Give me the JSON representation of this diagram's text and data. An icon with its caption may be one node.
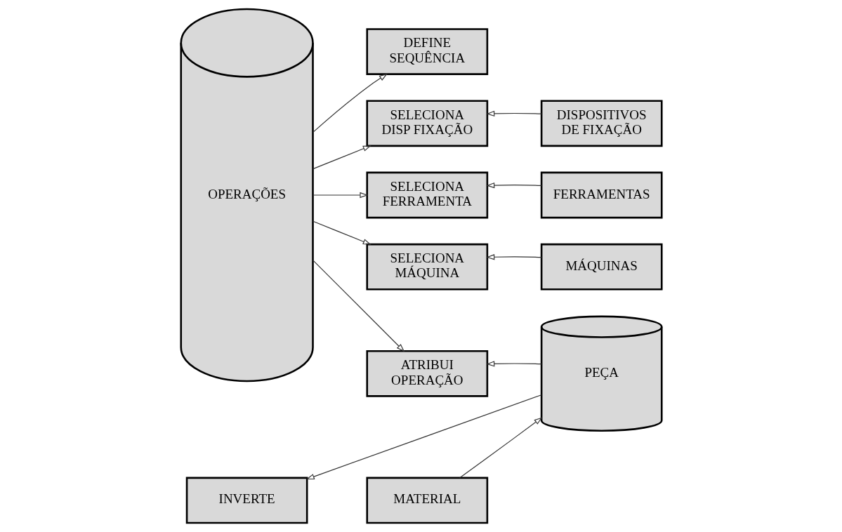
{
  "diagram": {
    "nodes": [
      {
        "text": [
          "OPERAÇÕES"
        ]
      },
      {
        "text": [
          "DEFINE SEQUÊNCIA"
        ]
      },
      {
        "text": [
          "SELECIONA DISP FIXAÇÃO"
        ]
      },
      {
        "text": [
          "DISPOSITIVOS DE FIXAÇÃO"
        ]
      },
      {
        "text": [
          "SELECIONA FERRAMENTA"
        ]
      },
      {
        "text": [
          "FERRAMENTAS"
        ]
      },
      {
        "text": [
          "SELECIONA MÁQUINA"
        ]
      },
      {
        "text": [
          "MÁQUINAS"
        ]
      },
      {
        "text": [
          "ATRIBUI OPERAÇÃO"
        ]
      },
      {
        "text": [
          "PEÇA"
        ]
      },
      {
        "text": [
          "INVERTE"
        ]
      },
      {
        "text": [
          "MATERIAL"
        ]
      }
    ],
    "edges": [
      {
        "from": 0,
        "to": 1,
        "arrow": "to"
      },
      {
        "from": 0,
        "to": 2,
        "arrow": "to"
      },
      {
        "from": 3,
        "to": 2,
        "arrow": "to"
      },
      {
        "from": 0,
        "to": 4,
        "arrow": "to"
      },
      {
        "from": 5,
        "to": 4,
        "arrow": "to"
      },
      {
        "from": 0,
        "to": 6,
        "arrow": "to"
      },
      {
        "from": 7,
        "to": 6,
        "arrow": "to"
      },
      {
        "from": 0,
        "to": 8,
        "arrow": "to"
      },
      {
        "from": 9,
        "to": 8,
        "arrow": "to"
      },
      {
        "from": 9,
        "to": 10,
        "arrow": "to"
      },
      {
        "from": 11,
        "to": 9,
        "arrow": "to"
      }
    ]
  }
}
